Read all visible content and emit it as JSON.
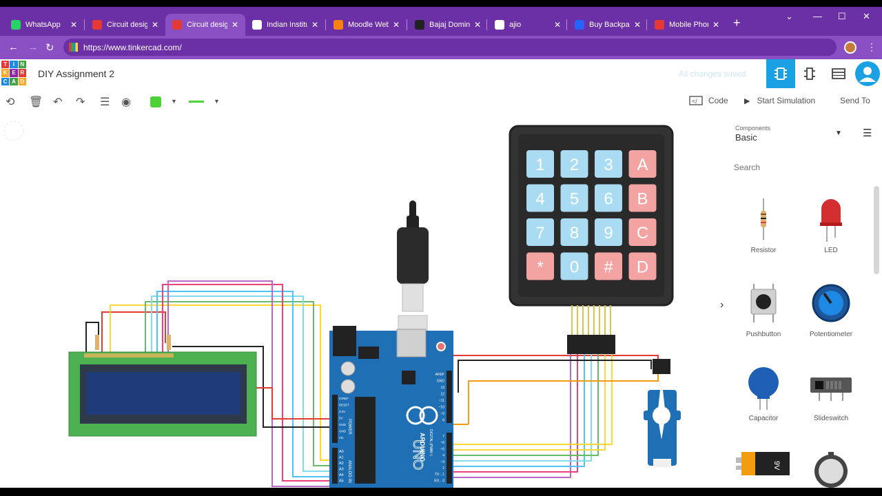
{
  "browser": {
    "tabs": [
      {
        "title": "WhatsApp",
        "fav": "whatsapp-icon",
        "color": "#25d366"
      },
      {
        "title": "Circuit design",
        "fav": "tinkercad-icon",
        "color": "#e53935"
      },
      {
        "title": "Circuit design",
        "fav": "tinkercad-icon",
        "color": "#e53935",
        "active": true
      },
      {
        "title": "Indian Institut",
        "fav": "institute-icon",
        "color": "#ffffff"
      },
      {
        "title": "Moodle Websi",
        "fav": "moodle-icon",
        "color": "#f98012"
      },
      {
        "title": "Bajaj Dominar",
        "fav": "bajaj-icon",
        "color": "#222222"
      },
      {
        "title": "ajio",
        "fav": "ajio-icon",
        "color": "#ffffff"
      },
      {
        "title": "Buy Backpack",
        "fav": "backpack-icon",
        "color": "#2962ff"
      },
      {
        "title": "Mobile Phone",
        "fav": "mobile-icon",
        "color": "#e53935"
      }
    ],
    "url": "https://www.tinkercad.com/"
  },
  "header": {
    "logo_letters": [
      "T",
      "I",
      "N",
      "K",
      "E",
      "R",
      "C",
      "A",
      "D"
    ],
    "title": "DIY Assignment 2",
    "save_status": "All changes saved"
  },
  "toolbar": {
    "code_label": "Code",
    "start_sim_label": "Start Simulation",
    "send_to_label": "Send To",
    "fill_color": "#4cd137",
    "line_color": "#4cd137"
  },
  "panel": {
    "components_label": "Components",
    "category": "Basic",
    "search_placeholder": "Search",
    "items": [
      {
        "label": "Resistor"
      },
      {
        "label": "LED"
      },
      {
        "label": "Pushbutton"
      },
      {
        "label": "Potentiometer"
      },
      {
        "label": "Capacitor"
      },
      {
        "label": "Slideswitch"
      }
    ],
    "battery_label": "9V"
  },
  "keypad": {
    "keys": [
      [
        "1",
        "2",
        "3",
        "A"
      ],
      [
        "4",
        "5",
        "6",
        "B"
      ],
      [
        "7",
        "8",
        "9",
        "C"
      ],
      [
        "*",
        "0",
        "#",
        "D"
      ]
    ]
  },
  "arduino": {
    "brand": "ARDUINO",
    "model": "UNO",
    "power_label": "POWER",
    "analog_label": "ANALOG IN",
    "digital_label": "DIGITAL (PWM~)",
    "power_pins": [
      "IOREF",
      "RESET",
      "3.3V",
      "5V",
      "GND",
      "GND",
      "Vin"
    ],
    "analog_pins": [
      "A0",
      "A1",
      "A2",
      "A3",
      "A4",
      "A5"
    ],
    "top_pins": [
      "AREF",
      "GND",
      "13",
      "12",
      "~11",
      "~10",
      "~9",
      "8"
    ],
    "bottom_pins": [
      "7",
      "~6",
      "~5",
      "4",
      "~3",
      "2",
      "TX→1",
      "RX←0"
    ]
  }
}
